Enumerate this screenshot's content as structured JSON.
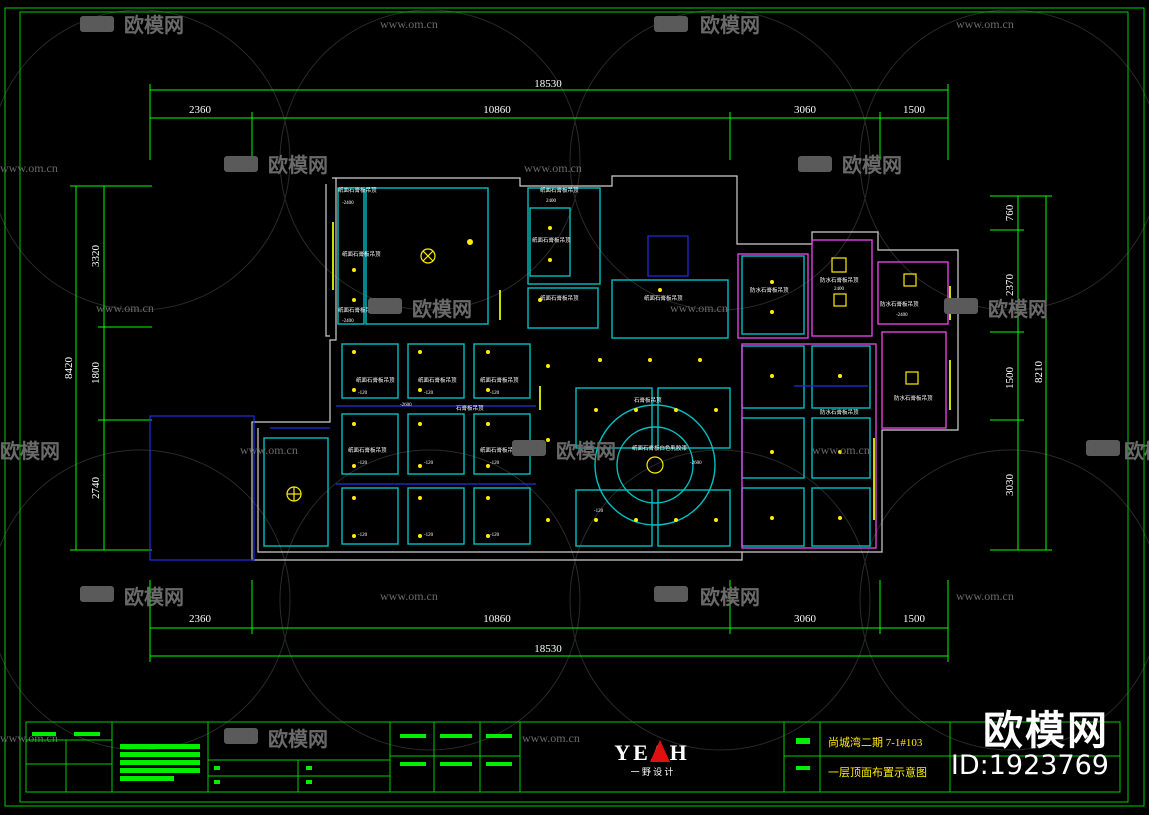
{
  "drawing": {
    "dimensions_top": {
      "overall": "18530",
      "segments": [
        "2360",
        "10860",
        "3060",
        "1500"
      ]
    },
    "dimensions_bottom": {
      "overall": "18530",
      "segments": [
        "2360",
        "10860",
        "3060",
        "1500"
      ]
    },
    "dimensions_left": {
      "overall": "8420",
      "segments": [
        "3320",
        "1800",
        "2740"
      ]
    },
    "dimensions_right": {
      "overall": "8210",
      "segments": [
        "760",
        "2370",
        "1500",
        "3030"
      ]
    },
    "room_labels": [
      "纸面石膏板吊顶",
      "纸面石膏板吊顶",
      "纸面石膏板吊顶",
      "纸面石膏板吊顶",
      "纸面石膏板吊顶",
      "纸面石膏板吊顶",
      "纸面石膏板吊顶",
      "纸面石膏板吊顶",
      "纸面石膏板吊顶",
      "纸面石膏板吊顶",
      "纸面石膏板吊顶",
      "纸面石膏板吊顶",
      "防水石膏板吊顶",
      "防水石膏板吊顶",
      "防水石膏板吊顶",
      "防水石膏板吊顶",
      "防水石膏板吊顶",
      "石膏板吊顶",
      "石膏板吊顶",
      "纸面石膏板白色乳胶漆"
    ],
    "level_labels": [
      "-2400",
      "-2400",
      "-120",
      "-120",
      "-120",
      "-120",
      "-120",
      "-120",
      "-120",
      "-120",
      "-120",
      "-120",
      "2400",
      "2400",
      "-2400",
      "-2600",
      "-2600"
    ]
  },
  "title_block": {
    "logo": "YEAH",
    "logo_sub": "一 野 设 计",
    "project": "尚城湾二期 7-1#103",
    "sheet_title": "一层顶面布置示意图"
  },
  "watermarks": {
    "brand": "欧模网",
    "url": "www.om.cn"
  },
  "corner": {
    "brand": "欧模网",
    "id": "ID:1923769"
  }
}
